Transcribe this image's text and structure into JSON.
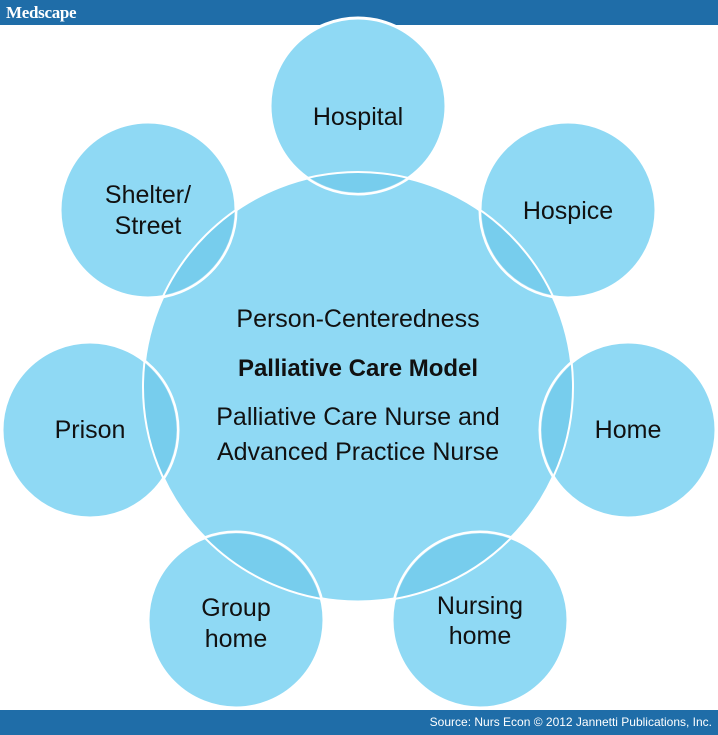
{
  "header": {
    "logo": "Medscape"
  },
  "footer": {
    "source": "Source: Nurs Econ © 2012 Jannetti Publications, Inc."
  },
  "diagram": {
    "center": {
      "line1": "Person-Centeredness",
      "title": "Palliative Care Model",
      "line3a": "Palliative Care Nurse and",
      "line3b": "Advanced Practice Nurse"
    },
    "nodes": {
      "hospital": "Hospital",
      "hospice": "Hospice",
      "home": "Home",
      "nursing_home_1": "Nursing",
      "nursing_home_2": "home",
      "group_home_1": "Group",
      "group_home_2": "home",
      "prison": "Prison",
      "shelter_1": "Shelter/",
      "shelter_2": "Street"
    },
    "colors": {
      "circle_fill": "#8fd9f4",
      "circle_stroke": "#ffffff",
      "overlap_fill": "#64c2e8",
      "bar": "#1f6da8"
    }
  }
}
